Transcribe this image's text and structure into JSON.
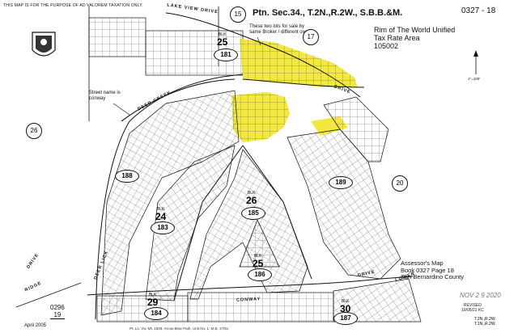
{
  "header": {
    "notice": "THIS MAP IS FOR THE PURPOSE OF AD VALOREM TAXATION ONLY.",
    "title": "Ptn. Sec.34., T.2N.,R.2W., S.B.B.&M.",
    "map_number": "0327 - 18",
    "tax_rate_area": "Rim of The World Unified\nTax Rate Area\n105002",
    "north_scale": "1\"=100'"
  },
  "annotations": {
    "lots_for_sale": "These two lots for sale by\nsame Broker / different owner",
    "street_name": "Street name is\nconway"
  },
  "roads": {
    "lake_view": "LAKE VIEW    DRIVE",
    "deer_creek": "DEER CREEK",
    "drive_east": "DRIVE",
    "deer_lick": "DEER LICK",
    "ridge": "RIDGE",
    "drive_lower_left": "DRIVE",
    "conway": "CONWAY",
    "drive_bottom": "DRIVE",
    "lower": "LOWER"
  },
  "adjacent_sections": [
    "15",
    "17",
    "26",
    "20"
  ],
  "blocks": [
    {
      "blk": "BLK",
      "num": "25",
      "oval": "181"
    },
    {
      "blk": "BLK",
      "num": "26",
      "oval": "185"
    },
    {
      "blk": "BLK",
      "num": "24",
      "oval": "183"
    },
    {
      "blk": "BLK",
      "num": "25",
      "oval": "186"
    },
    {
      "blk": "BLK",
      "num": "29",
      "oval": "184"
    },
    {
      "blk": "BLK",
      "num": "30",
      "oval": "187"
    },
    {
      "blk": "",
      "num": "",
      "oval": "188"
    },
    {
      "blk": "",
      "num": "",
      "oval": "189"
    }
  ],
  "footer": {
    "assessor": "Assessor's Map\nBook 0327 Page 18\nSan Bernardino County",
    "stamp": "NOV 2 9 2020",
    "revised": "REVISED\n10/05/21 KC",
    "date": "April 2005",
    "book_ref": "0296\n19",
    "legend": "Pt. Lo. Vw. Mt. 1928. Arrow Bear Park, Unit No. 1, M.B. 17/51",
    "township": "T.2N.,R.2W.\nT.1N.,R.2W."
  },
  "colors": {
    "highlight": "#f2e52a",
    "line": "#1a1a1a"
  }
}
